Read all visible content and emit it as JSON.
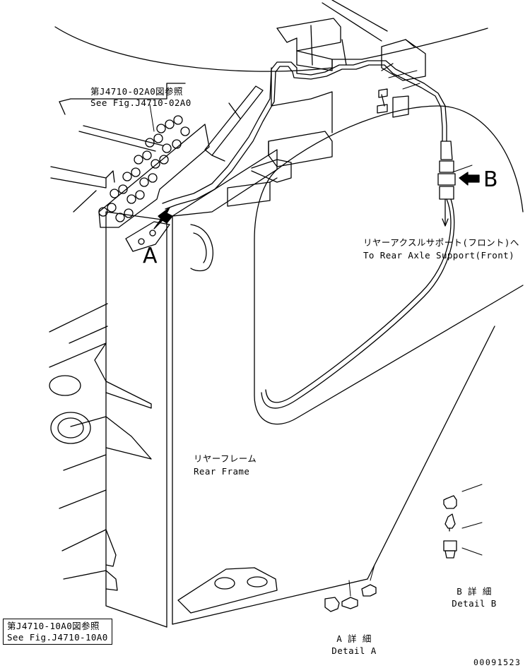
{
  "ref_top": {
    "jp": "第J4710-02A0図参照",
    "en": "See Fig.J4710-02A0"
  },
  "ref_bottom": {
    "jp": "第J4710-10A0図参照",
    "en": "See Fig.J4710-10A0"
  },
  "to_rear_axle": {
    "jp": "リヤーアクスルサポート(フロント)へ",
    "en": "To Rear Axle Support(Front)"
  },
  "rear_frame": {
    "jp": "リヤーフレーム",
    "en": "Rear Frame"
  },
  "view_marker_a": "A",
  "view_marker_b": "B",
  "detail_a": {
    "jp": "A 詳 細",
    "en": "Detail A"
  },
  "detail_b": {
    "jp": "B 詳 細",
    "en": "Detail B"
  },
  "drawing_number": "00091523"
}
